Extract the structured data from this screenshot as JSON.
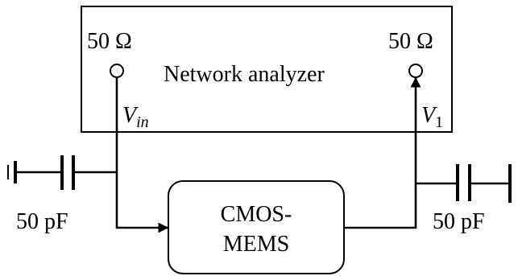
{
  "analyzer": {
    "label": "Network analyzer",
    "port_left_impedance": "50 Ω",
    "port_right_impedance": "50 Ω"
  },
  "signals": {
    "vin_base": "V",
    "vin_sub": "in",
    "v1_base": "V",
    "v1_sub": "1"
  },
  "device": {
    "line1": "CMOS-",
    "line2": "MEMS"
  },
  "capacitors": {
    "left_value": "50 pF",
    "right_value": "50 pF"
  }
}
